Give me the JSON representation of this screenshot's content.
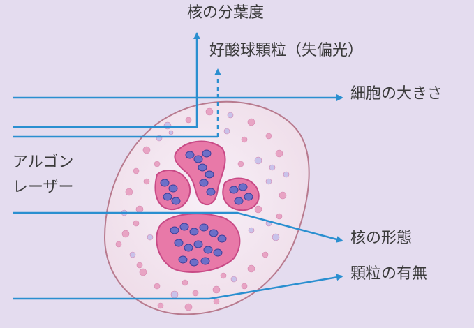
{
  "labels": {
    "nuclear_lobulation": "核の分葉度",
    "eosinophil_granules_depolarization": "好酸球顆粒（失偏光）",
    "cell_size": "細胞の大きさ",
    "argon_laser_line1": "アルゴン",
    "argon_laser_line2": "レーザー",
    "nuclear_morphology": "核の形態",
    "granule_presence": "顆粒の有無"
  },
  "colors": {
    "background": "#e4dcef",
    "laser_line": "#2a8fd0",
    "cell_fill": "#f2e8f2",
    "cell_outline": "#b87a8e",
    "nucleus": "#e879a8",
    "nucleus_outline": "#c84a86",
    "chromatin": "#6c6fc8",
    "granule": "#e8a4c4",
    "text": "#3a3a3a"
  },
  "icons": [
    "arrow-right-icon",
    "arrow-up-icon",
    "dashed-arrow-up-icon"
  ]
}
